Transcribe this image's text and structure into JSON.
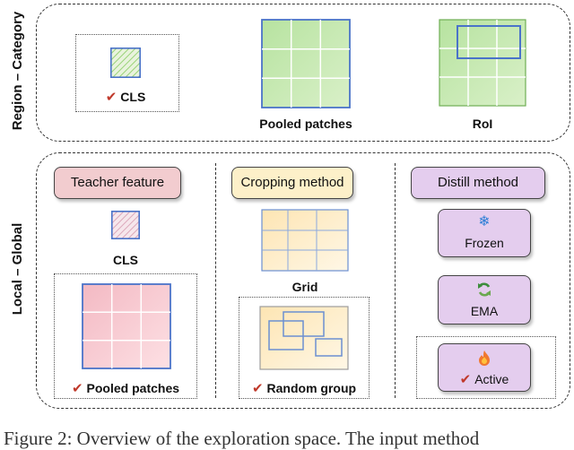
{
  "side_labels": {
    "top": "Region – Category",
    "bottom": "Local – Global"
  },
  "top_panel": {
    "cls_label": "CLS",
    "pooled_label": "Pooled patches",
    "roi_label": "RoI"
  },
  "teacher_col": {
    "header": "Teacher feature",
    "cls_label": "CLS",
    "pooled_label": "Pooled patches"
  },
  "crop_col": {
    "header": "Cropping method",
    "grid_label": "Grid",
    "random_label": "Random group"
  },
  "distill_col": {
    "header": "Distill method",
    "frozen_label": "Frozen",
    "ema_label": "EMA",
    "active_label": "Active"
  },
  "check_mark": "✔",
  "icons": {
    "frozen": "snowflake-icon",
    "ema": "cycle-arrows-icon",
    "active": "fire-icon"
  },
  "caption_fragment": "Figure 2: Overview of the exploration space. The input method"
}
